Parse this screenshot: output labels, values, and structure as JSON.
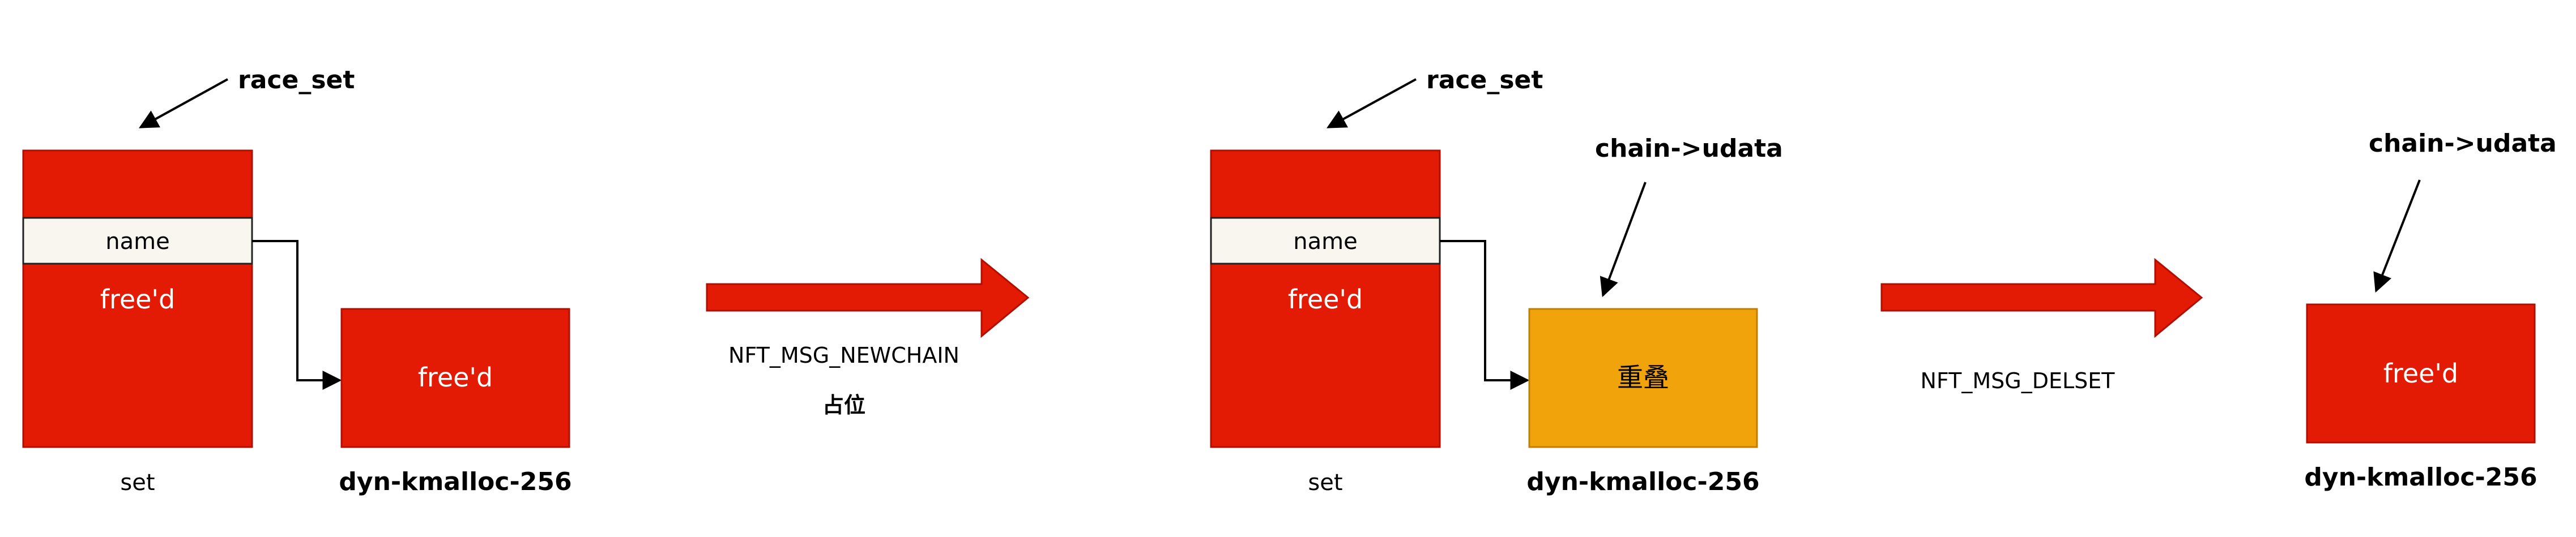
{
  "colors": {
    "red": "#e31a04",
    "orange": "#f0a30a",
    "name_fill": "#f8f6ef",
    "arrow_red": "#e31a04"
  },
  "panel1": {
    "pointer_label": "race_set",
    "name_field": "name",
    "set_freed": "free'd",
    "set_label": "set",
    "target_freed": "free'd",
    "target_label": "dyn-kmalloc-256"
  },
  "step1": {
    "label": "NFT_MSG_NEWCHAIN",
    "sublabel": "占位"
  },
  "panel2": {
    "pointer_label": "race_set",
    "name_field": "name",
    "set_freed": "free'd",
    "set_label": "set",
    "udata_label": "chain->udata",
    "overlap": "重叠",
    "target_label": "dyn-kmalloc-256"
  },
  "step2": {
    "label": "NFT_MSG_DELSET"
  },
  "panel3": {
    "udata_label": "chain->udata",
    "target_freed": "free'd",
    "target_label": "dyn-kmalloc-256"
  }
}
